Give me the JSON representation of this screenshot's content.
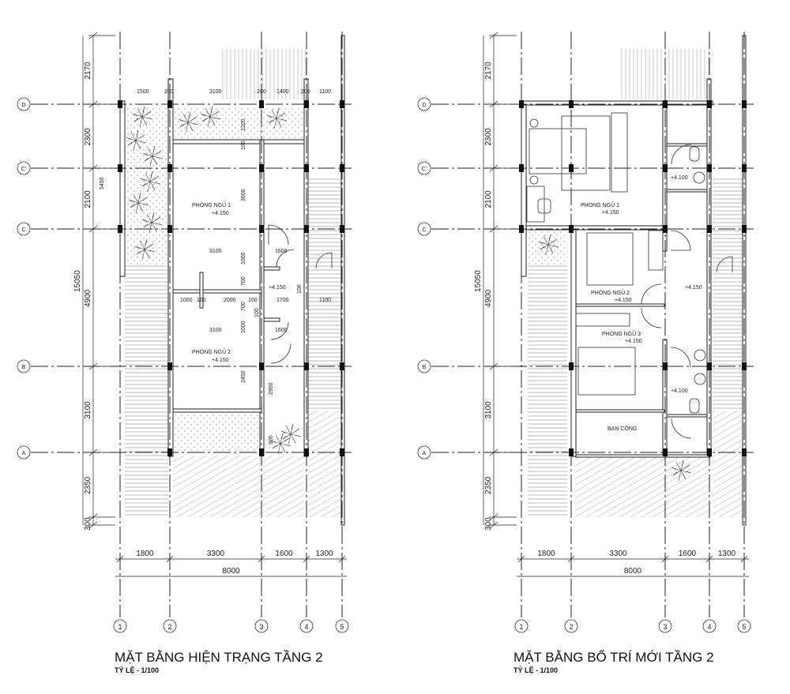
{
  "plans": [
    {
      "title": "MẶT BẰNG HIỆN TRẠNG TẦNG 2",
      "scale": "TỶ LỆ - 1/100",
      "rooms": [
        {
          "name": "PHÒNG NGỦ 1",
          "level": "+4.150"
        },
        {
          "name": "PHÒNG NGỦ 2",
          "level": "+4.150"
        },
        {
          "name": "",
          "level": "+4.150"
        }
      ],
      "inner_dims": {
        "top": [
          "1500",
          "200",
          "3100",
          "200",
          "1400",
          "200",
          "1100"
        ],
        "vertical": [
          "1200",
          "100",
          "3600",
          "5450",
          "1000",
          "700",
          "100",
          "700",
          "1000",
          "2450",
          "2900",
          "900",
          "100"
        ],
        "horizontal": [
          "3100",
          "1600",
          "1000",
          "100",
          "2000",
          "100",
          "1700",
          "1100",
          "3100",
          "1600"
        ]
      }
    },
    {
      "title": "MẶT BẰNG BỐ TRÍ MỚI TẦNG 2",
      "scale": "TỶ LỆ - 1/100",
      "rooms": [
        {
          "name": "PHÒNG NGỦ 1",
          "level": "+4.150"
        },
        {
          "name": "PHÒNG NGỦ 2",
          "level": "+4.150"
        },
        {
          "name": "PHÒNG NGỦ 3",
          "level": "+4.150"
        },
        {
          "name": "BAN CÔNG",
          "level": ""
        },
        {
          "name": "",
          "level": "+4.100"
        },
        {
          "name": "",
          "level": "+4.150"
        },
        {
          "name": "",
          "level": "+4.100"
        }
      ]
    }
  ],
  "grid": {
    "columns": [
      "1",
      "2",
      "3",
      "4",
      "5"
    ],
    "rows": [
      "D",
      "C'",
      "C",
      "B",
      "A"
    ]
  },
  "dimensions": {
    "vertical": [
      "2170",
      "2300",
      "2100",
      "4900",
      "3100",
      "2350",
      "300"
    ],
    "vertical_total": "15050",
    "horizontal": [
      "1800",
      "3300",
      "1600",
      "1300"
    ],
    "horizontal_total": "8000"
  }
}
